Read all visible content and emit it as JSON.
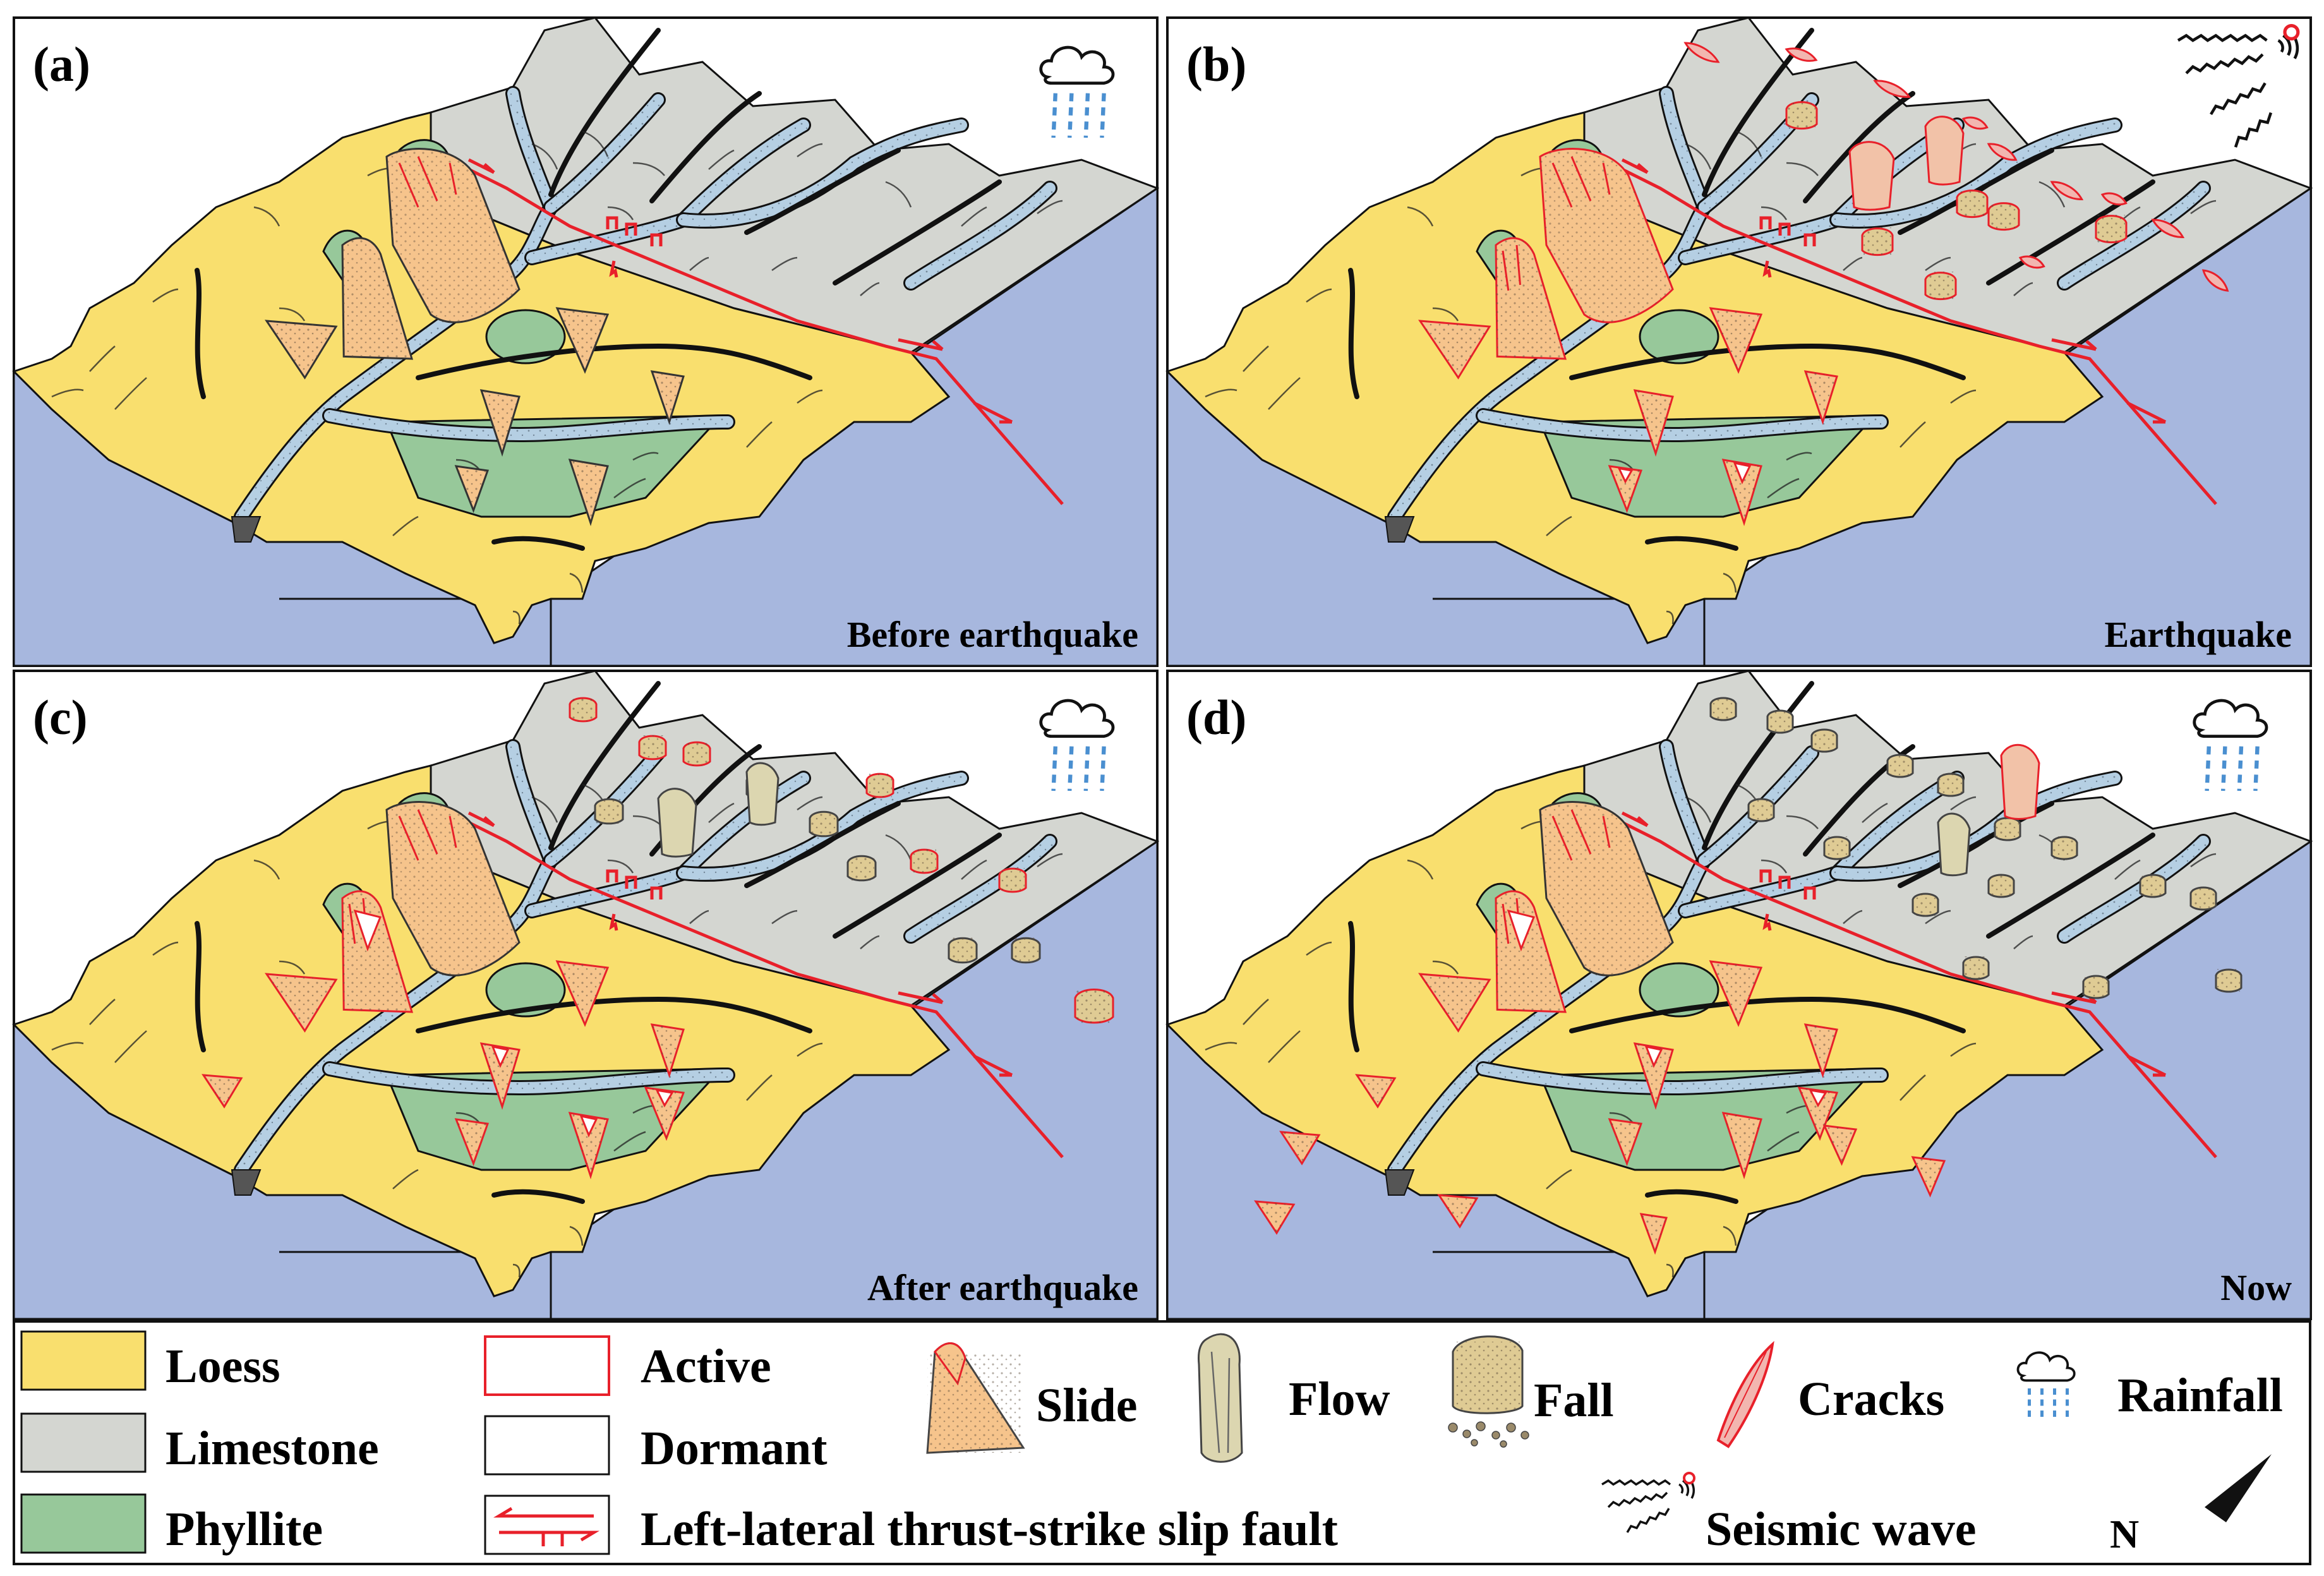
{
  "colors": {
    "loess": "#F9DF6E",
    "limestone": "#D4D6D1",
    "phyllite": "#97C89A",
    "base": "#A7B7DE",
    "river": "#B5CFE3",
    "slide": "#F6C48C",
    "flow": "#DCD6B0",
    "fall": "#DFCB94",
    "active": "#E8202A",
    "rain": "#4A8FD0",
    "line": "#111111"
  },
  "panels": [
    {
      "id": "a",
      "label": "(a)",
      "caption": "Before earthquake",
      "weather": "rainfall",
      "state": "before"
    },
    {
      "id": "b",
      "label": "(b)",
      "caption": "Earthquake",
      "weather": "seismic",
      "state": "quake"
    },
    {
      "id": "c",
      "label": "(c)",
      "caption": "After earthquake",
      "weather": "rainfall",
      "state": "after"
    },
    {
      "id": "d",
      "label": "(d)",
      "caption": "Now",
      "weather": "rainfall",
      "state": "now"
    }
  ],
  "legend": {
    "loess": "Loess",
    "limestone": "Limestone",
    "phyllite": "Phyllite",
    "active": "Active",
    "dormant": "Dormant",
    "fault": "Left-lateral thrust-strike slip fault",
    "slide": "Slide",
    "flow": "Flow",
    "fall": "Fall",
    "cracks": "Cracks",
    "rainfall": "Rainfall",
    "seismic": "Seismic wave",
    "north": "N"
  }
}
